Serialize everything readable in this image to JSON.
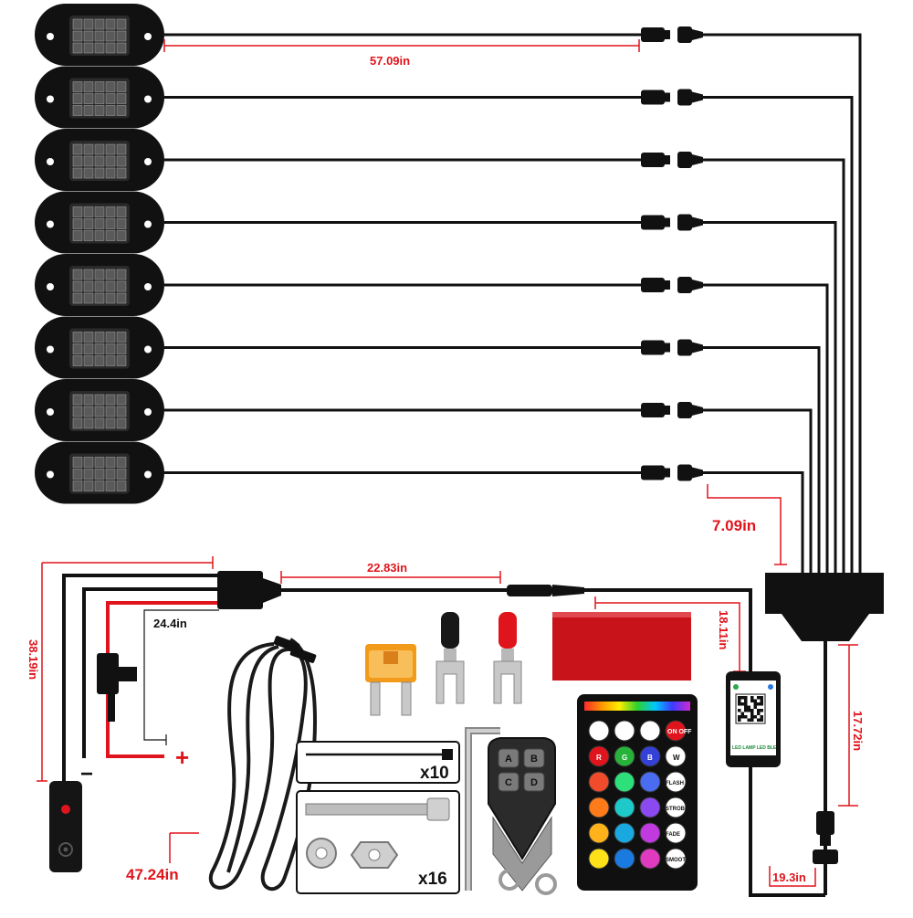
{
  "pod_count": 8,
  "measurements": {
    "pod_cable": "57.09in",
    "pigtail": "7.09in",
    "main_harness": "22.83in",
    "negative_lead": "24.4in",
    "switch_lead": "38.19in",
    "controller_lead": "18.11in",
    "hub_to_plug": "17.72in",
    "plug_loop": "19.3in",
    "extension_cable": "47.24in"
  },
  "polarity": {
    "positive": "+",
    "negative": "−"
  },
  "kit": {
    "zip_ties_count": "x10",
    "screws_count": "x16"
  },
  "remote_keys": [
    "A",
    "B",
    "C",
    "D"
  ],
  "rf_remote": {
    "top_row": [
      "on-off"
    ],
    "on_off_label": "ON OFF",
    "row_labels": [
      "R",
      "G",
      "B",
      "W"
    ],
    "side_labels": [
      "FLASH",
      "STROBE",
      "FADE",
      "SMOOTH"
    ]
  },
  "controller": {
    "tag": "LED LAMP LED BLE"
  },
  "colors": {
    "dimension": "#e0141c",
    "cable": "#111111",
    "positive_wire": "#e0141c",
    "fuse": "#f29a1a",
    "pod_led": "#5a5a5a"
  }
}
